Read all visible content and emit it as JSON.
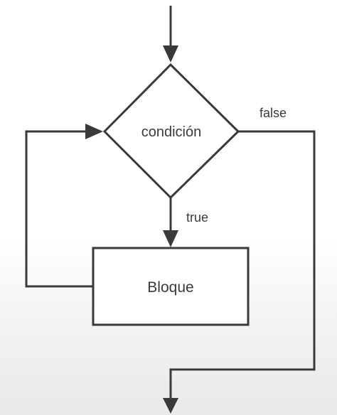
{
  "flowchart": {
    "decision_label": "condición",
    "process_label": "Bloque",
    "true_label": "true",
    "false_label": "false"
  },
  "colors": {
    "stroke": "#3a3a3a",
    "text": "#3a3a3a"
  }
}
